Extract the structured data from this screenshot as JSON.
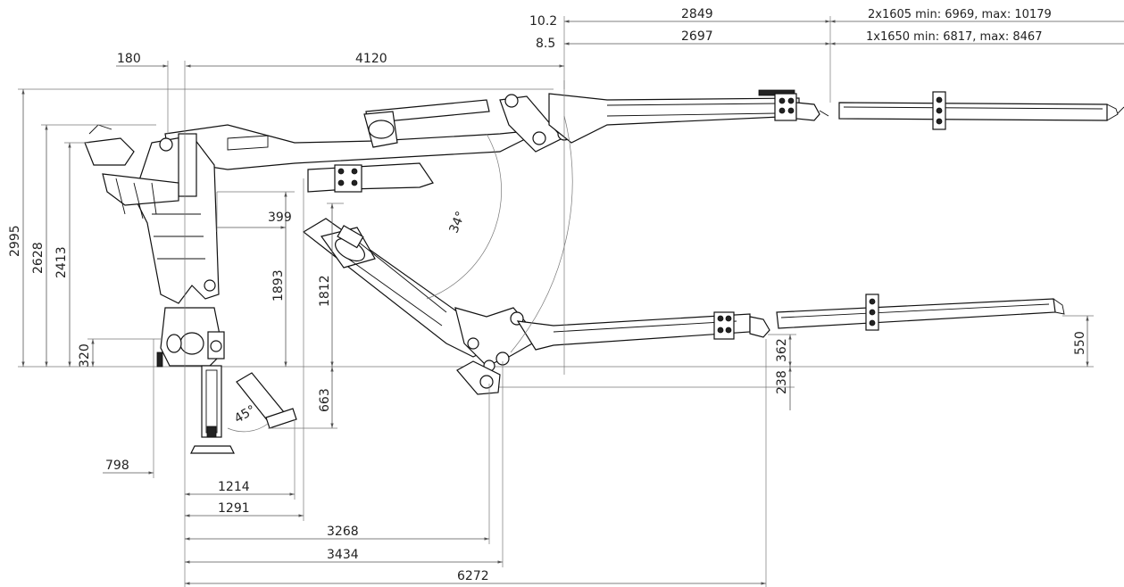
{
  "dimensions": {
    "boom_angle_upper": "10.2",
    "boom_angle_lower": "8.5",
    "first_ext_upper": "2849",
    "first_ext_lower": "2697",
    "ext_2x1605": "2x1605 min: 6969, max: 10179",
    "ext_1x1650": "1x1650 min: 6817, max: 8467",
    "offset_180": "180",
    "reach_4120": "4120",
    "height_2995": "2995",
    "height_2628": "2628",
    "height_2413": "2413",
    "height_320": "320",
    "width_399": "399",
    "height_1893": "1893",
    "height_1812": "1812",
    "angle_34": "34°",
    "height_663": "663",
    "angle_45": "45°",
    "height_550": "550",
    "height_362": "362",
    "depth_238": "238",
    "width_798": "798",
    "width_1214": "1214",
    "width_1291": "1291",
    "width_3268": "3268",
    "width_3434": "3434",
    "width_6272": "6272"
  }
}
